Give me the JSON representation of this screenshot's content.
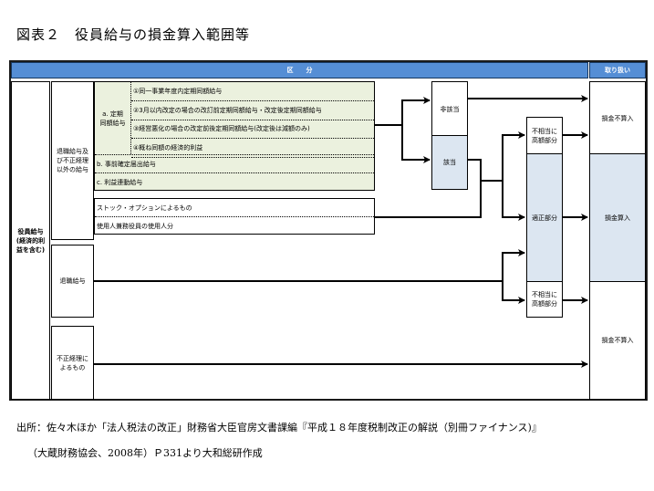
{
  "title": "図表２　役員給与の損金算入範囲等",
  "header": {
    "category_label": "区　　分",
    "treatment_label": "取り扱い"
  },
  "left": {
    "executive_pay": "役員給与\n(経済的利\n益を含む)",
    "non_retirement": "退職給与及\nび不正経理\n以外の給与",
    "retirement": "退職給与",
    "fraud": "不正経理に\nよるもの"
  },
  "regular_pay": {
    "group_label": "a. 定期\n同額給与",
    "items": [
      "①同一事業年度内定期同額給与",
      "②3月以内改定の場合の改訂前定期同額給与・改定後定期同額給与",
      "③経営悪化の場合の改定前後定期同額給与(改定後は減額のみ)",
      "④概ね同額の経済的利益"
    ]
  },
  "other_pay": [
    "b. 事前確定届出給与",
    "c. 利益連動給与"
  ],
  "stock_items": [
    "ストック・オプションによるもの",
    "使用人兼務役員の使用人分"
  ],
  "decision": {
    "not_applicable": "非該当",
    "applicable": "該当"
  },
  "amount": {
    "excessive_top": "不相当に\n高額部分",
    "appropriate": "適正部分",
    "excessive_bottom": "不相当に\n高額部分"
  },
  "treatment": {
    "not_deductible_top": "損金不算入",
    "deductible": "損金算入",
    "not_deductible_bottom": "損金不算入"
  },
  "footer": {
    "line1": "出所：佐々木ほか「法人税法の改正」財務省大臣官房文書課編『平成１８年度税制改正の解説（別冊ファイナンス)』",
    "line2": "（大蔵財務協会、2008年）Ｐ331より大和総研作成"
  },
  "colors": {
    "header_blue": "#558ed5",
    "green_fill": "#ebf1de",
    "blue_fill": "#dce6f1"
  }
}
